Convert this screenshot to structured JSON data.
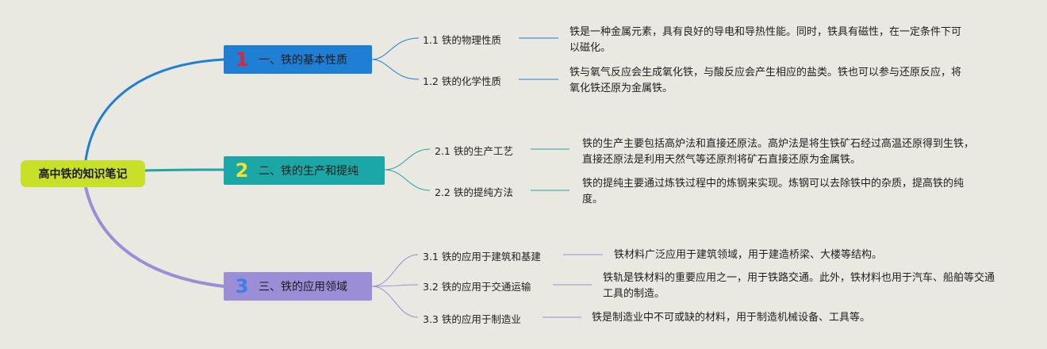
{
  "root": {
    "label": "高中铁的知识笔记"
  },
  "colors": {
    "branch1": "#1e7fd4",
    "branch2": "#1aa7a5",
    "branch3": "#9b8ed6",
    "root": "#c9e02a"
  },
  "branches": [
    {
      "number": "1",
      "label": "一、铁的基本性质",
      "subs": [
        {
          "label": "1.1 铁的物理性质",
          "desc": "铁是一种金属元素，具有良好的导电和导热性能。同时，铁具有磁性，在一定条件下可以磁化。"
        },
        {
          "label": "1.2 铁的化学性质",
          "desc": "铁与氧气反应会生成氧化铁，与酸反应会产生相应的盐类。铁也可以参与还原反应，将氧化铁还原为金属铁。"
        }
      ]
    },
    {
      "number": "2",
      "label": "二、铁的生产和提纯",
      "subs": [
        {
          "label": "2.1 铁的生产工艺",
          "desc": "铁的生产主要包括高炉法和直接还原法。高炉法是将生铁矿石经过高温还原得到生铁，直接还原法是利用天然气等还原剂将矿石直接还原为金属铁。"
        },
        {
          "label": "2.2 铁的提纯方法",
          "desc": "铁的提纯主要通过炼铁过程中的炼钢来实现。炼钢可以去除铁中的杂质，提高铁的纯度。"
        }
      ]
    },
    {
      "number": "3",
      "label": "三、铁的应用领域",
      "subs": [
        {
          "label": "3.1 铁的应用于建筑和基建",
          "desc": "铁材料广泛应用于建筑领域，用于建造桥梁、大楼等结构。"
        },
        {
          "label": "3.2 铁的应用于交通运输",
          "desc": "铁轨是铁材料的重要应用之一，用于铁路交通。此外，铁材料也用于汽车、船舶等交通工具的制造。"
        },
        {
          "label": "3.3 铁的应用于制造业",
          "desc": "铁是制造业中不可或缺的材料，用于制造机械设备、工具等。"
        }
      ]
    }
  ]
}
